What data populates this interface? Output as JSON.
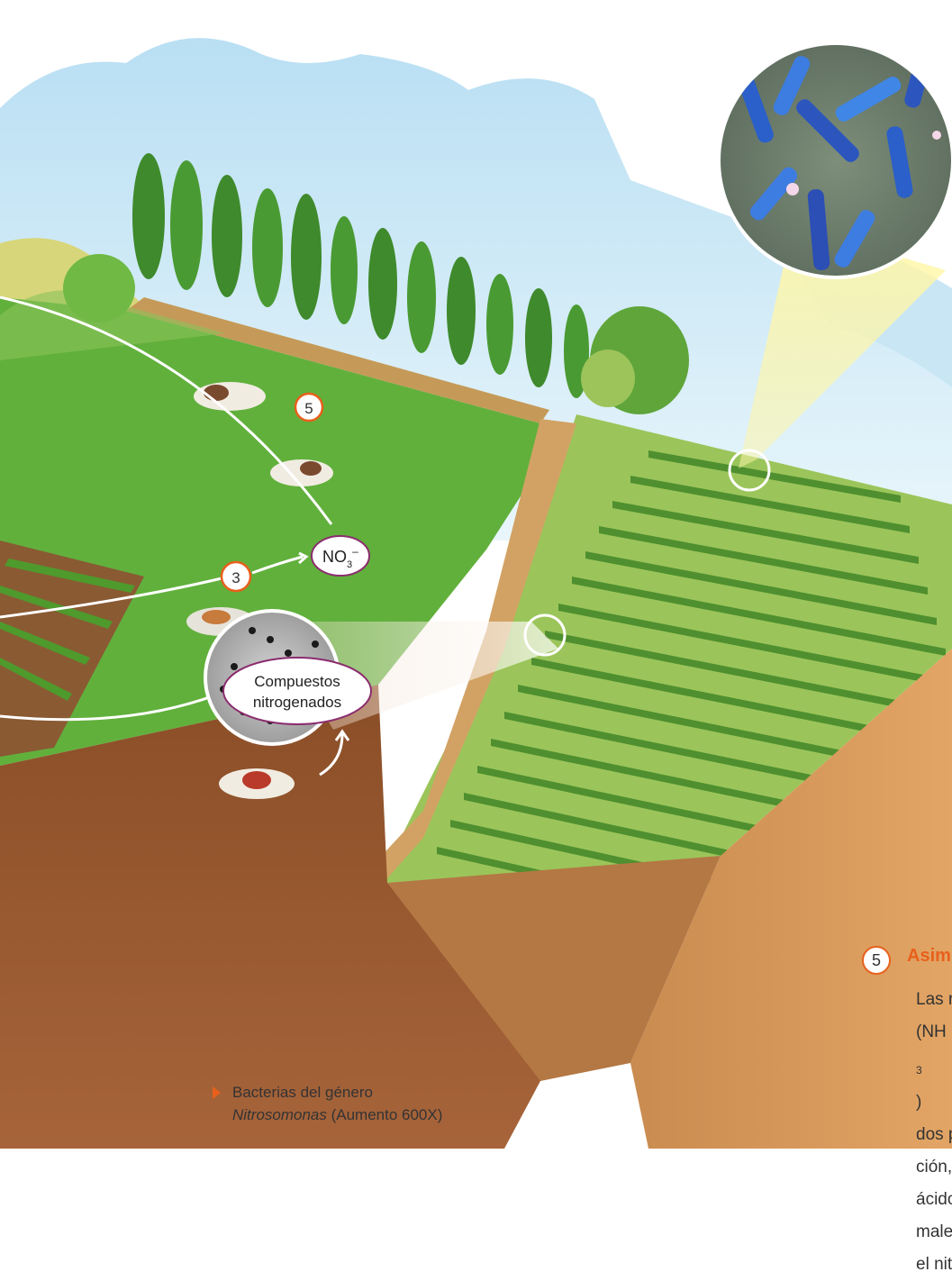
{
  "labels": {
    "step3": "3",
    "step5": "5",
    "nitrate_base": "NO",
    "nitrate_sub": "3",
    "nitrate_sup": "–",
    "compounds_line1": "Compuestos",
    "compounds_line2": "nitrogenados"
  },
  "caption": {
    "line1": "Bacterias del género",
    "line2_italic": "Nitrosomonas",
    "line2_rest": " (Aumento 600X)"
  },
  "side_panel": {
    "number": "5",
    "title": "Asim",
    "lines": [
      "Las ra",
      "(NH",
      "dos p",
      "ción,",
      "ácido",
      "males",
      "el nitr"
    ],
    "nh_sub": "3",
    "nh_close": ")"
  },
  "colors": {
    "accent_orange": "#e8601c",
    "callout_purple": "#8b2c6e",
    "grass": "#5fae3a",
    "soil": "#9c5a2e",
    "sky": "#cde9f6"
  }
}
